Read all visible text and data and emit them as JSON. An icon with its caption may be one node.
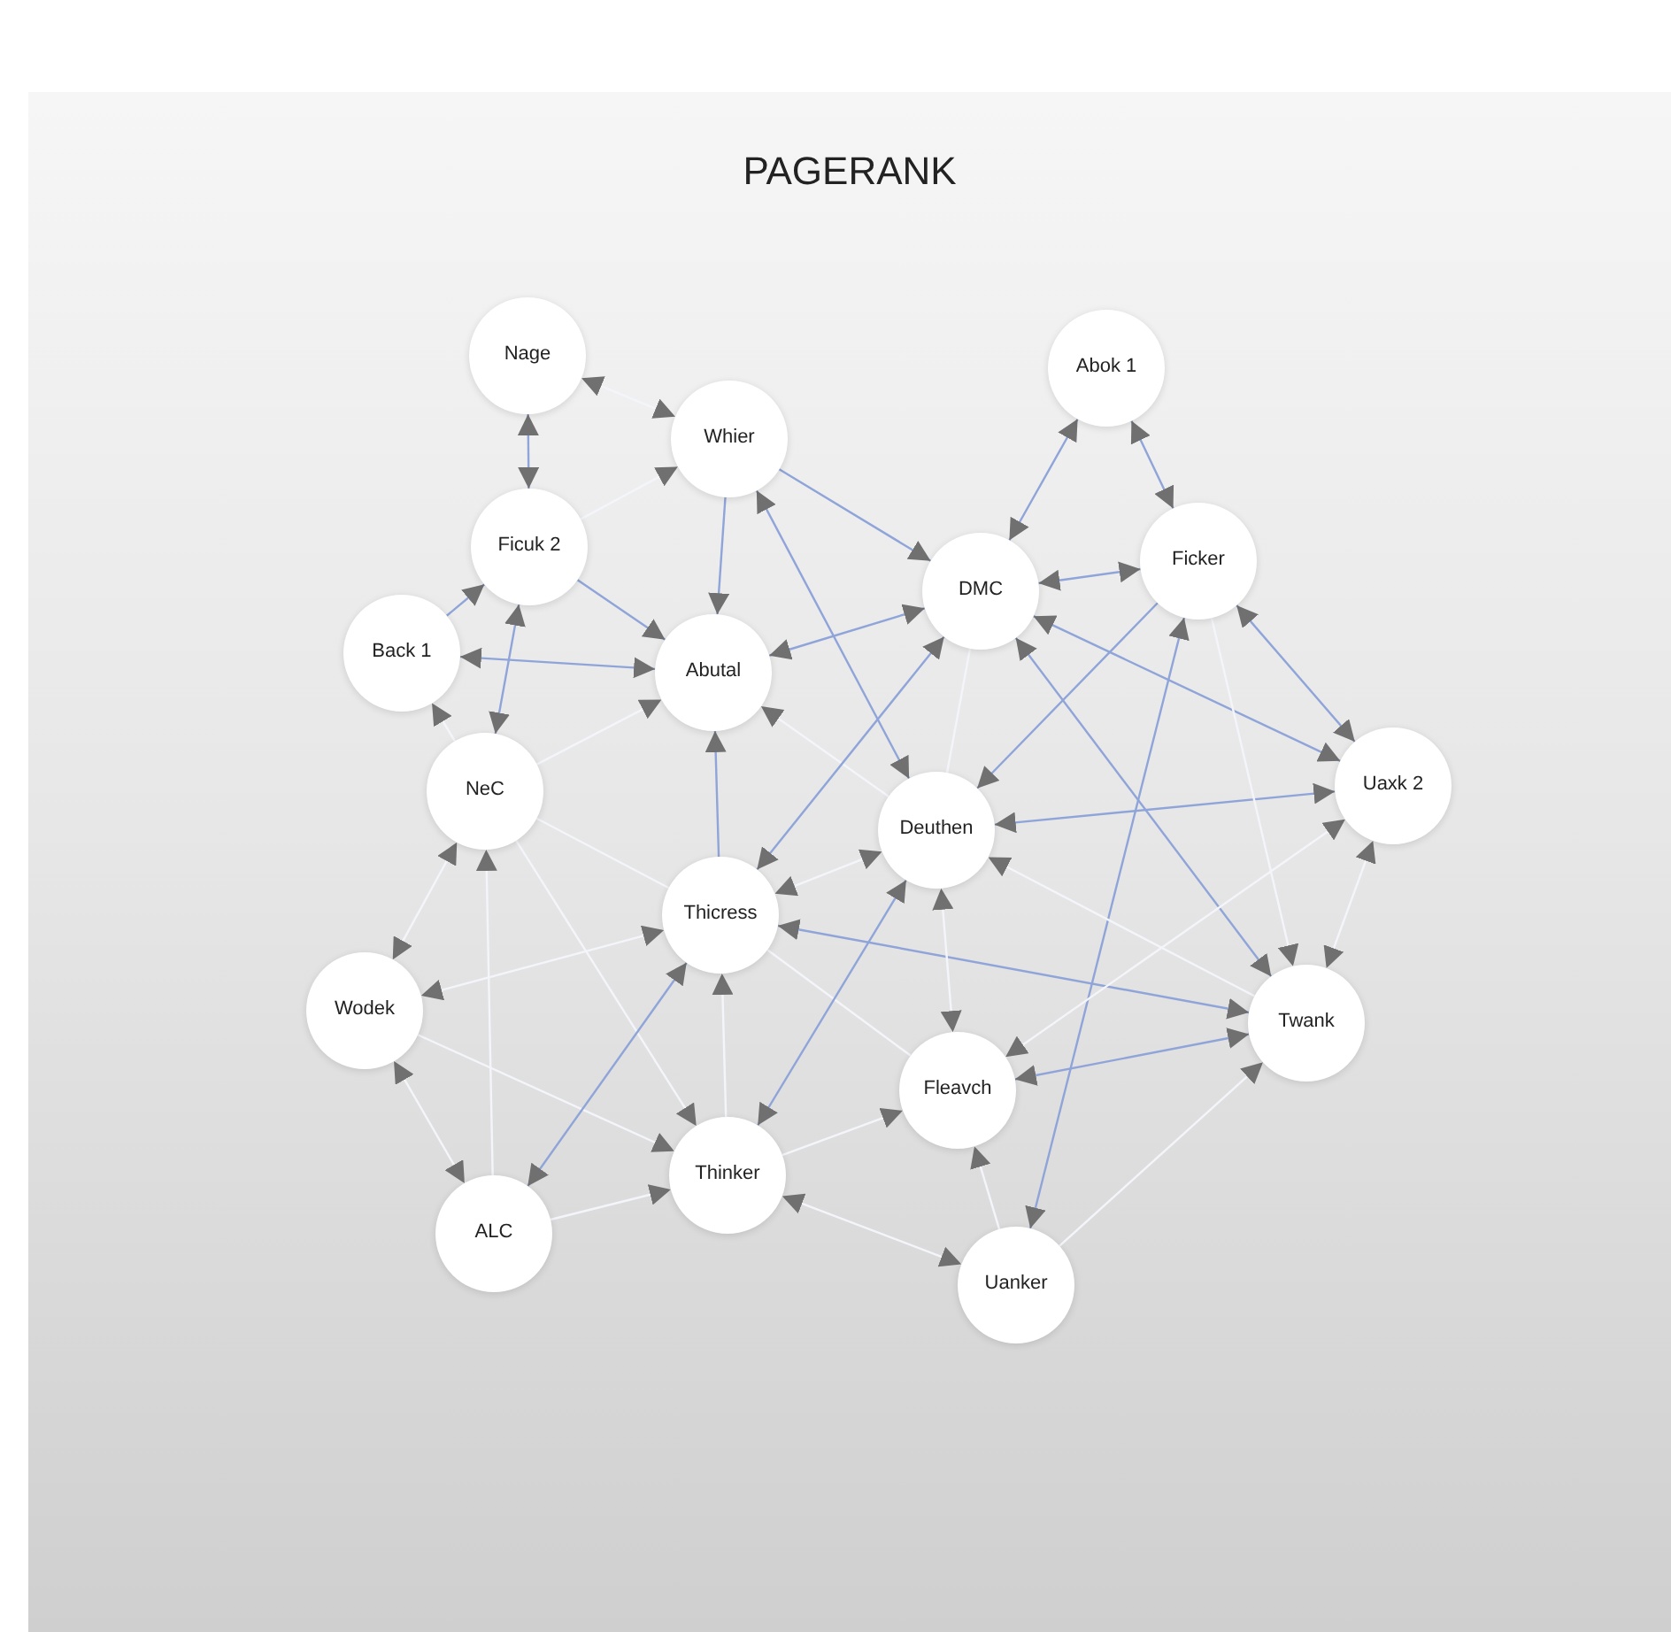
{
  "diagram": {
    "title": "PAGERANK",
    "nodes": [
      {
        "text": [
          "Nage"
        ]
      },
      {
        "text": [
          "Whier"
        ]
      },
      {
        "text": [
          "Abok 1"
        ]
      },
      {
        "text": [
          "Ficker"
        ]
      },
      {
        "text": [
          "Ficuk 2"
        ]
      },
      {
        "text": [
          "DMC"
        ]
      },
      {
        "text": [
          "Back 1"
        ]
      },
      {
        "text": [
          "Abutal"
        ]
      },
      {
        "text": [
          "NeC"
        ]
      },
      {
        "text": [
          "Uaxk 2"
        ]
      },
      {
        "text": [
          "Deuthen"
        ]
      },
      {
        "text": [
          "Thicress"
        ]
      },
      {
        "text": [
          "Wodek"
        ]
      },
      {
        "text": [
          "Twank"
        ]
      },
      {
        "text": [
          "Fleavch"
        ]
      },
      {
        "text": [
          "Thinker"
        ]
      },
      {
        "text": [
          "ALC"
        ]
      },
      {
        "text": [
          "Uanker"
        ]
      }
    ],
    "edges": [
      {
        "from": 0,
        "to": 1,
        "arrow": "both"
      },
      {
        "from": 0,
        "to": 4,
        "arrow": "both",
        "color": "#8fa4d8"
      },
      {
        "from": 4,
        "to": 1,
        "arrow": "to"
      },
      {
        "from": 1,
        "to": 7,
        "arrow": "to",
        "color": "#8fa4d8"
      },
      {
        "from": 1,
        "to": 5,
        "arrow": "to",
        "color": "#8fa4d8"
      },
      {
        "from": 10,
        "to": 1,
        "arrow": "both",
        "color": "#8fa4d8"
      },
      {
        "from": 4,
        "to": 7,
        "arrow": "to",
        "color": "#8fa4d8"
      },
      {
        "from": 6,
        "to": 4,
        "arrow": "to",
        "color": "#8fa4d8"
      },
      {
        "from": 6,
        "to": 7,
        "arrow": "both",
        "color": "#8fa4d8"
      },
      {
        "from": 4,
        "to": 8,
        "arrow": "both",
        "color": "#8fa4d8"
      },
      {
        "from": 8,
        "to": 6,
        "arrow": "to"
      },
      {
        "from": 8,
        "to": 7,
        "arrow": "to"
      },
      {
        "from": 5,
        "to": 7,
        "arrow": "both",
        "color": "#8fa4d8"
      },
      {
        "from": 11,
        "to": 7,
        "arrow": "to",
        "color": "#8fa4d8"
      },
      {
        "from": 10,
        "to": 7,
        "arrow": "to"
      },
      {
        "from": 2,
        "to": 5,
        "arrow": "both",
        "color": "#8fa4d8"
      },
      {
        "from": 2,
        "to": 3,
        "arrow": "both",
        "color": "#8fa4d8"
      },
      {
        "from": 3,
        "to": 5,
        "arrow": "both",
        "color": "#8fa4d8"
      },
      {
        "from": 5,
        "to": 9,
        "arrow": "both",
        "color": "#8fa4d8"
      },
      {
        "from": 3,
        "to": 9,
        "arrow": "both",
        "color": "#8fa4d8"
      },
      {
        "from": 5,
        "to": 10,
        "arrow": "none"
      },
      {
        "from": 3,
        "to": 10,
        "arrow": "to",
        "color": "#8fa4d8"
      },
      {
        "from": 9,
        "to": 10,
        "arrow": "both",
        "color": "#8fa4d8"
      },
      {
        "from": 5,
        "to": 13,
        "arrow": "both",
        "color": "#8fa4d8"
      },
      {
        "from": 3,
        "to": 13,
        "arrow": "to"
      },
      {
        "from": 3,
        "to": 17,
        "arrow": "both",
        "color": "#8fa4d8"
      },
      {
        "from": 5,
        "to": 11,
        "arrow": "both",
        "color": "#8fa4d8"
      },
      {
        "from": 10,
        "to": 11,
        "arrow": "both"
      },
      {
        "from": 13,
        "to": 11,
        "arrow": "both",
        "color": "#8fa4d8"
      },
      {
        "from": 13,
        "to": 10,
        "arrow": "to"
      },
      {
        "from": 9,
        "to": 13,
        "arrow": "both"
      },
      {
        "from": 9,
        "to": 14,
        "arrow": "both"
      },
      {
        "from": 13,
        "to": 14,
        "arrow": "both",
        "color": "#8fa4d8"
      },
      {
        "from": 10,
        "to": 14,
        "arrow": "both"
      },
      {
        "from": 17,
        "to": 14,
        "arrow": "to"
      },
      {
        "from": 17,
        "to": 13,
        "arrow": "to"
      },
      {
        "from": 15,
        "to": 14,
        "arrow": "to"
      },
      {
        "from": 8,
        "to": 11,
        "arrow": "none"
      },
      {
        "from": 11,
        "to": 14,
        "arrow": "none"
      },
      {
        "from": 8,
        "to": 15,
        "arrow": "to"
      },
      {
        "from": 8,
        "to": 12,
        "arrow": "both"
      },
      {
        "from": 16,
        "to": 8,
        "arrow": "to"
      },
      {
        "from": 11,
        "to": 12,
        "arrow": "both"
      },
      {
        "from": 12,
        "to": 16,
        "arrow": "both"
      },
      {
        "from": 12,
        "to": 15,
        "arrow": "to"
      },
      {
        "from": 16,
        "to": 11,
        "arrow": "both",
        "color": "#8fa4d8"
      },
      {
        "from": 16,
        "to": 15,
        "arrow": "to"
      },
      {
        "from": 15,
        "to": 11,
        "arrow": "to"
      },
      {
        "from": 15,
        "to": 10,
        "arrow": "both",
        "color": "#8fa4d8"
      },
      {
        "from": 17,
        "to": 15,
        "arrow": "both"
      }
    ]
  }
}
